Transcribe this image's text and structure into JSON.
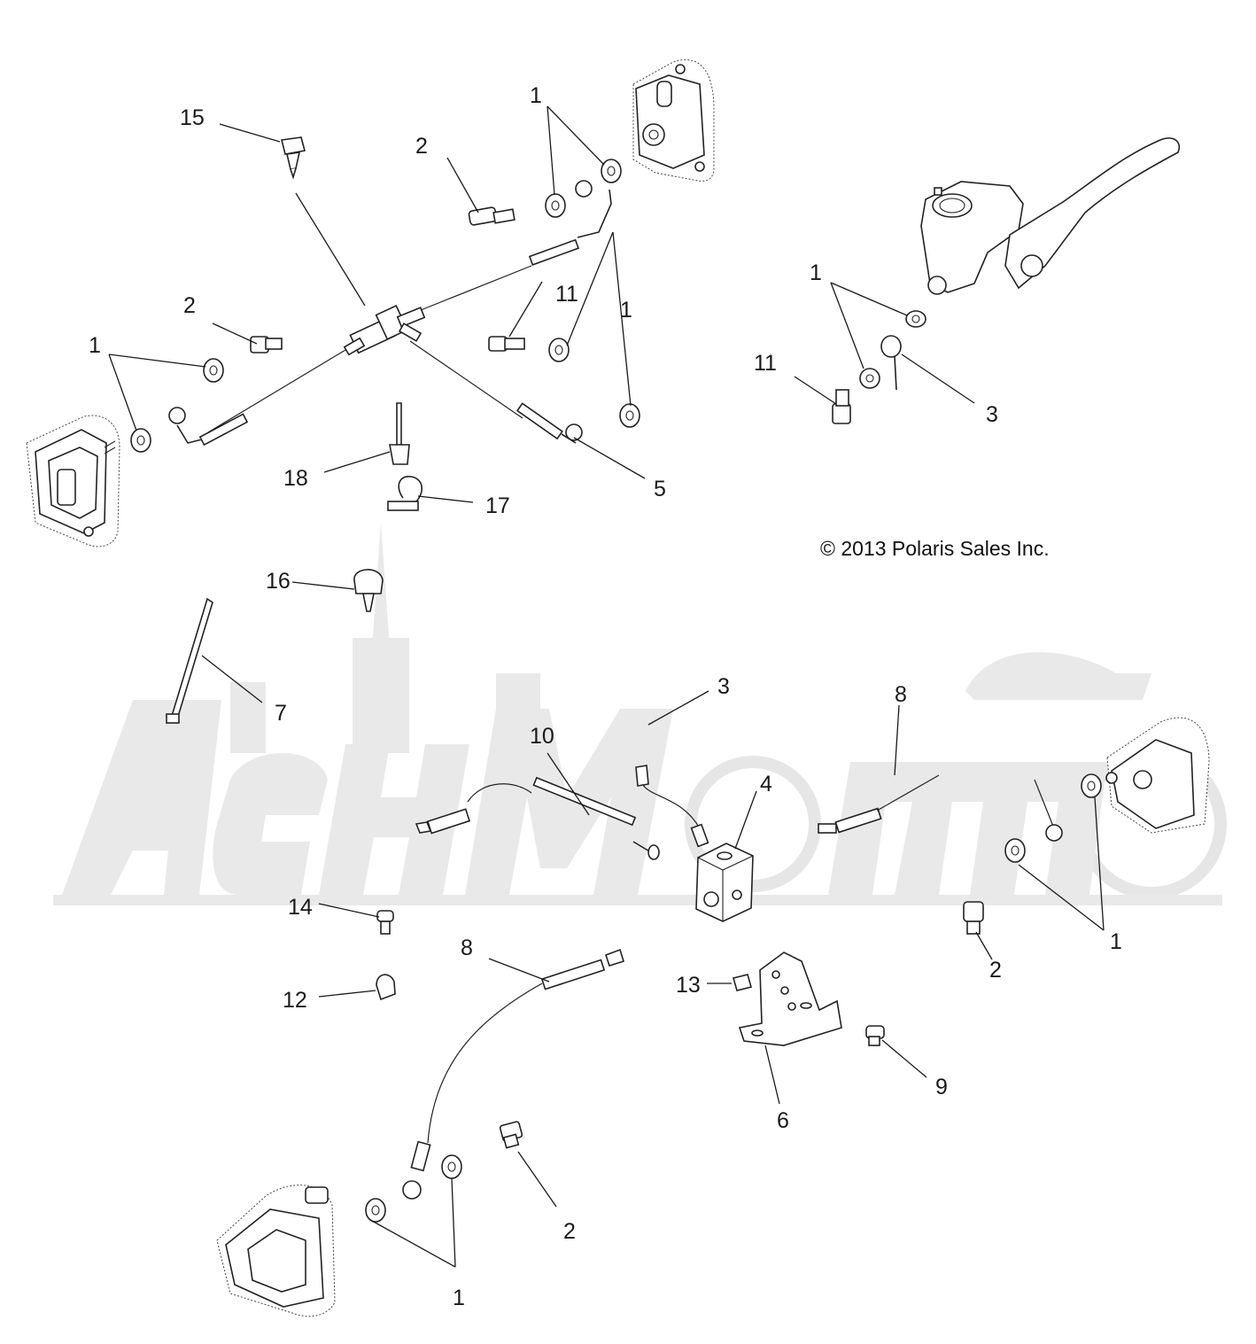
{
  "copyright": "© 2013 Polaris Sales Inc.",
  "callouts": {
    "c15": "15",
    "c2a": "2",
    "c1a": "1",
    "c11a": "11",
    "c1b": "1",
    "c2b": "2",
    "c1c": "1",
    "c18": "18",
    "c17": "17",
    "c5": "5",
    "c1d": "1",
    "c11b": "11",
    "c3a": "3",
    "c16": "16",
    "c7": "7",
    "c10": "10",
    "c3b": "3",
    "c8a": "8",
    "c4": "4",
    "c14": "14",
    "c12": "12",
    "c8b": "8",
    "c13": "13",
    "c6": "6",
    "c9": "9",
    "c2c": "2",
    "c1e": "1",
    "c2d": "2",
    "c1f": "1"
  },
  "icons": [
    "banjo-bolt-icon",
    "sealing-washer-icon",
    "brake-line-icon",
    "brake-caliper-icon",
    "master-cylinder-icon",
    "junction-block-icon",
    "mounting-bracket-icon",
    "cable-tie-icon",
    "p-clamp-icon",
    "push-rivet-icon"
  ]
}
